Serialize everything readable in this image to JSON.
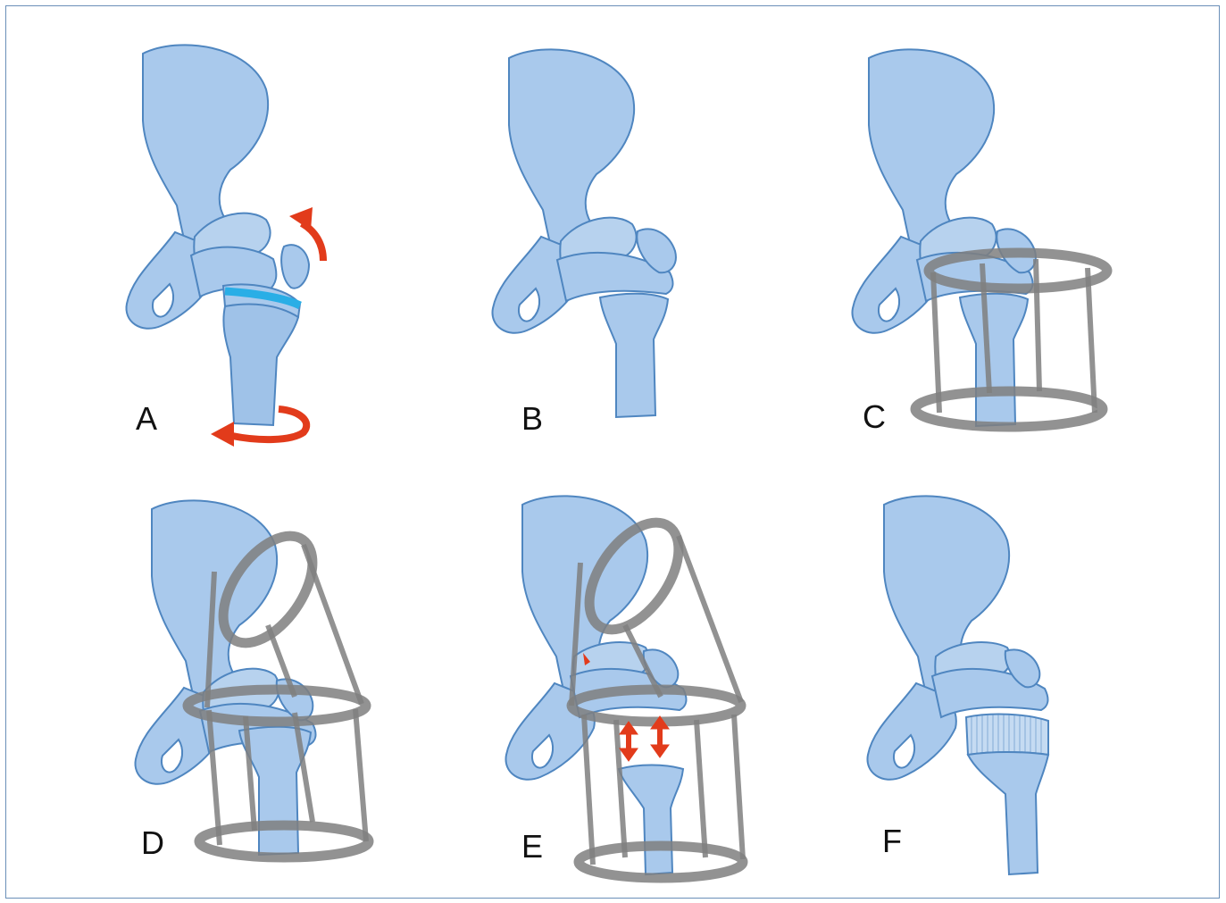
{
  "figure": {
    "panels": [
      {
        "id": "A",
        "label": "A"
      },
      {
        "id": "B",
        "label": "B"
      },
      {
        "id": "C",
        "label": "C"
      },
      {
        "id": "D",
        "label": "D"
      },
      {
        "id": "E",
        "label": "E"
      },
      {
        "id": "F",
        "label": "F"
      }
    ],
    "colors": {
      "bone_fill": "#a9c9ec",
      "bone_stroke": "#4f86c0",
      "frame_gray": "#7f7f7f",
      "osteotomy_line": "#29aee6",
      "arrow_red": "#e23b1b",
      "border": "#6a8fb8"
    }
  }
}
